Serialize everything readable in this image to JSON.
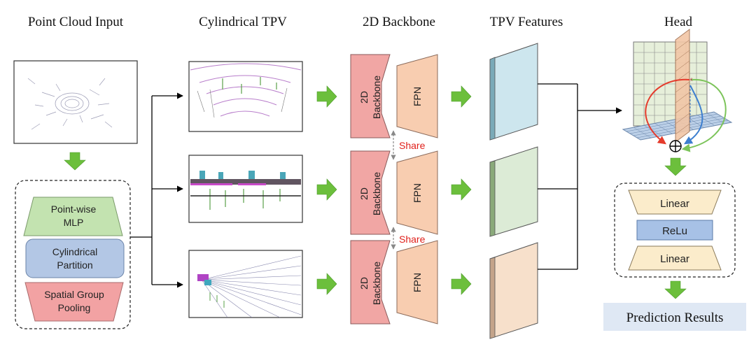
{
  "headers": {
    "input": "Point Cloud Input",
    "tpv": "Cylindrical TPV",
    "backbone": "2D Backbone",
    "features": "TPV Features",
    "head": "Head"
  },
  "encoder": {
    "mlp": [
      "Point-wise",
      "MLP"
    ],
    "partition": [
      "Cylindrical",
      "Partition"
    ],
    "pooling": [
      "Spatial Group",
      "Pooling"
    ]
  },
  "backbone": {
    "left_label": [
      "2D",
      "Backbone"
    ],
    "right_label": "FPN",
    "share_label": "Share"
  },
  "head_block": {
    "linear1": "Linear",
    "relu": "ReLu",
    "linear2": "Linear"
  },
  "result": "Prediction Results",
  "colors": {
    "arrow_green": "#6cbf3c",
    "mlp_fill": "#c3e3b0",
    "partition_fill": "#b3c7e5",
    "pooling_fill": "#f2a2a3",
    "backbone_fill": "#f1a6a4",
    "fpn_fill": "#f8cdb0",
    "feature_blue": "#cde6ee",
    "feature_green": "#dcebd6",
    "feature_orange": "#f7e0cb",
    "linear_fill": "#fbeccb",
    "relu_fill": "#a7c1e6",
    "result_fill": "#dfe8f4",
    "share_red": "#e0201b"
  }
}
